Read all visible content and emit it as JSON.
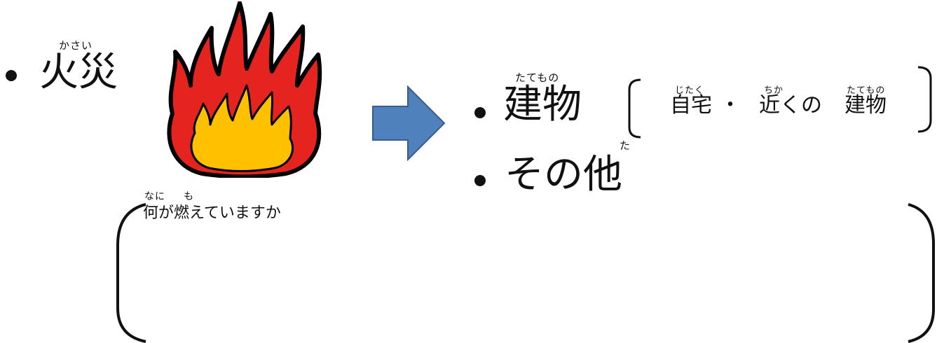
{
  "topic": {
    "ruby": "かさい",
    "word": "火災",
    "image_icon": "fire-icon"
  },
  "arrow": {
    "icon": "right-arrow-icon",
    "color": "#4f81bd"
  },
  "options": {
    "building": {
      "ruby": "たてもの",
      "label": "建物",
      "detail": {
        "home_ruby": "じたく",
        "home": "自宅",
        "separator": "・",
        "near_ruby": "ちか",
        "near": "近くの",
        "building_ruby": "たてもの",
        "building": "建物"
      }
    },
    "other": {
      "ruby": "た",
      "label": "その他"
    }
  },
  "question": {
    "ruby_what": "なに",
    "ruby_burn": "も",
    "text": "何が燃えていますか"
  }
}
